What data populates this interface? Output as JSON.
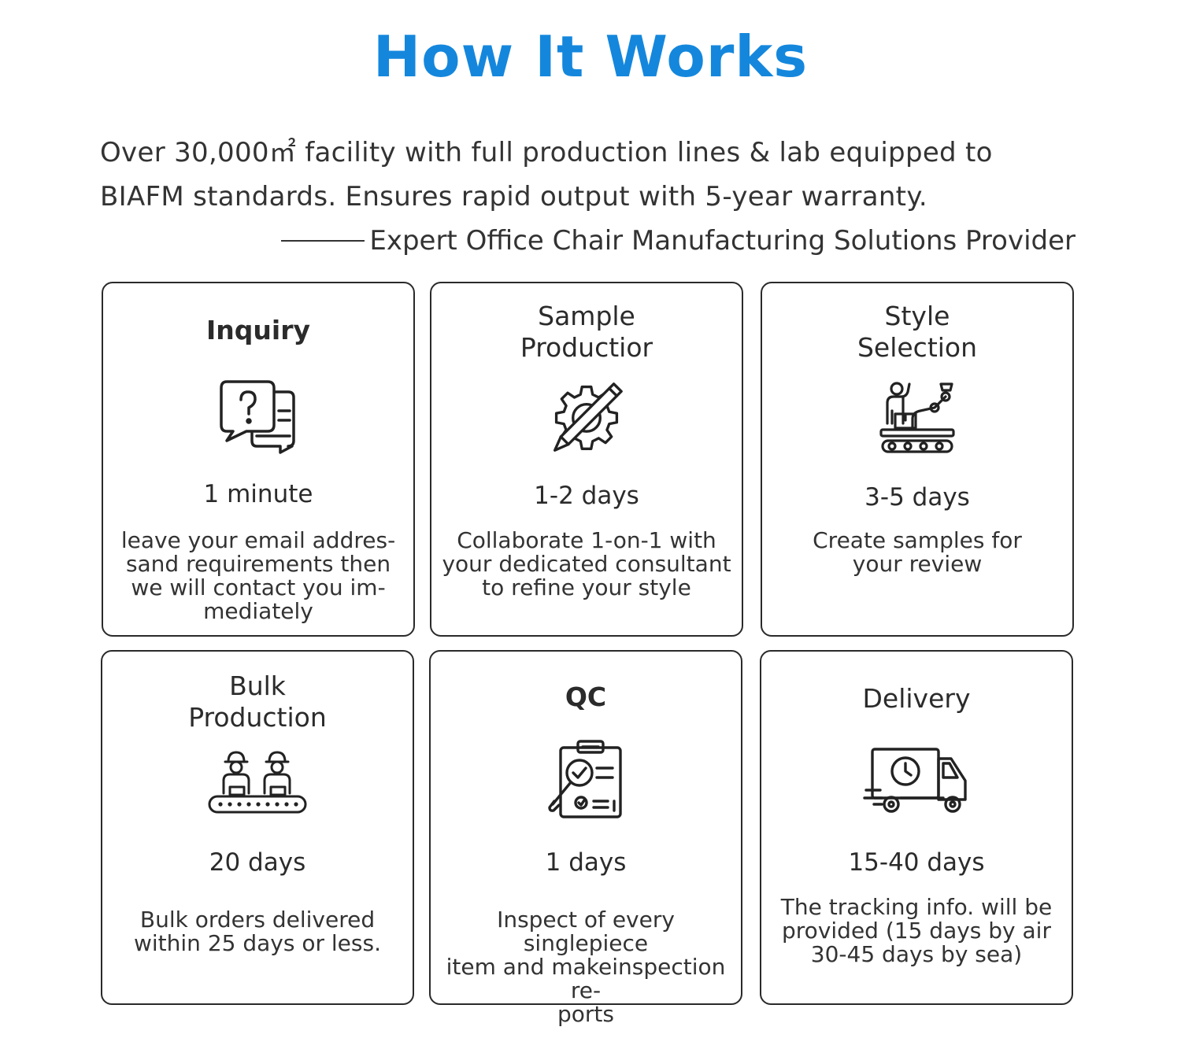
{
  "header": {
    "title": "How It Works",
    "intro": "Over 30,000㎡ facility with full production lines & lab equipped to BIAFM standards. Ensures rapid output with 5-year warranty.",
    "tagline": "Expert Office Chair Manufacturing Solutions Provider"
  },
  "steps": [
    {
      "title": "Inquiry",
      "icon": "question-chat-icon",
      "time": "1 minute",
      "desc": "leave your email addres-\nsand requirements then\nwe will contact you im-\nmediately"
    },
    {
      "title": "Sample\nProductior",
      "icon": "gear-pencil-icon",
      "time": "1-2 days",
      "desc": "Collaborate 1-on-1 with\nyour dedicated consultant\nto refine your style"
    },
    {
      "title": "Style\nSelection",
      "icon": "robot-arm-worker-icon",
      "time": "3-5 days",
      "desc": "Create samples for\nyour review"
    },
    {
      "title": "Bulk\nProduction",
      "icon": "workers-conveyor-icon",
      "time": "20 days",
      "desc": "Bulk orders delivered\nwithin 25 days or less."
    },
    {
      "title": "QC",
      "icon": "clipboard-inspection-icon",
      "time": "1 days",
      "desc": "Inspect of every singlepiece\nitem and makeinspection re-\nports"
    },
    {
      "title": "Delivery",
      "icon": "delivery-truck-clock-icon",
      "time": "15-40 days",
      "desc": "The tracking info. will be\nprovided (15 days by air\n30-45 days by sea)"
    }
  ]
}
